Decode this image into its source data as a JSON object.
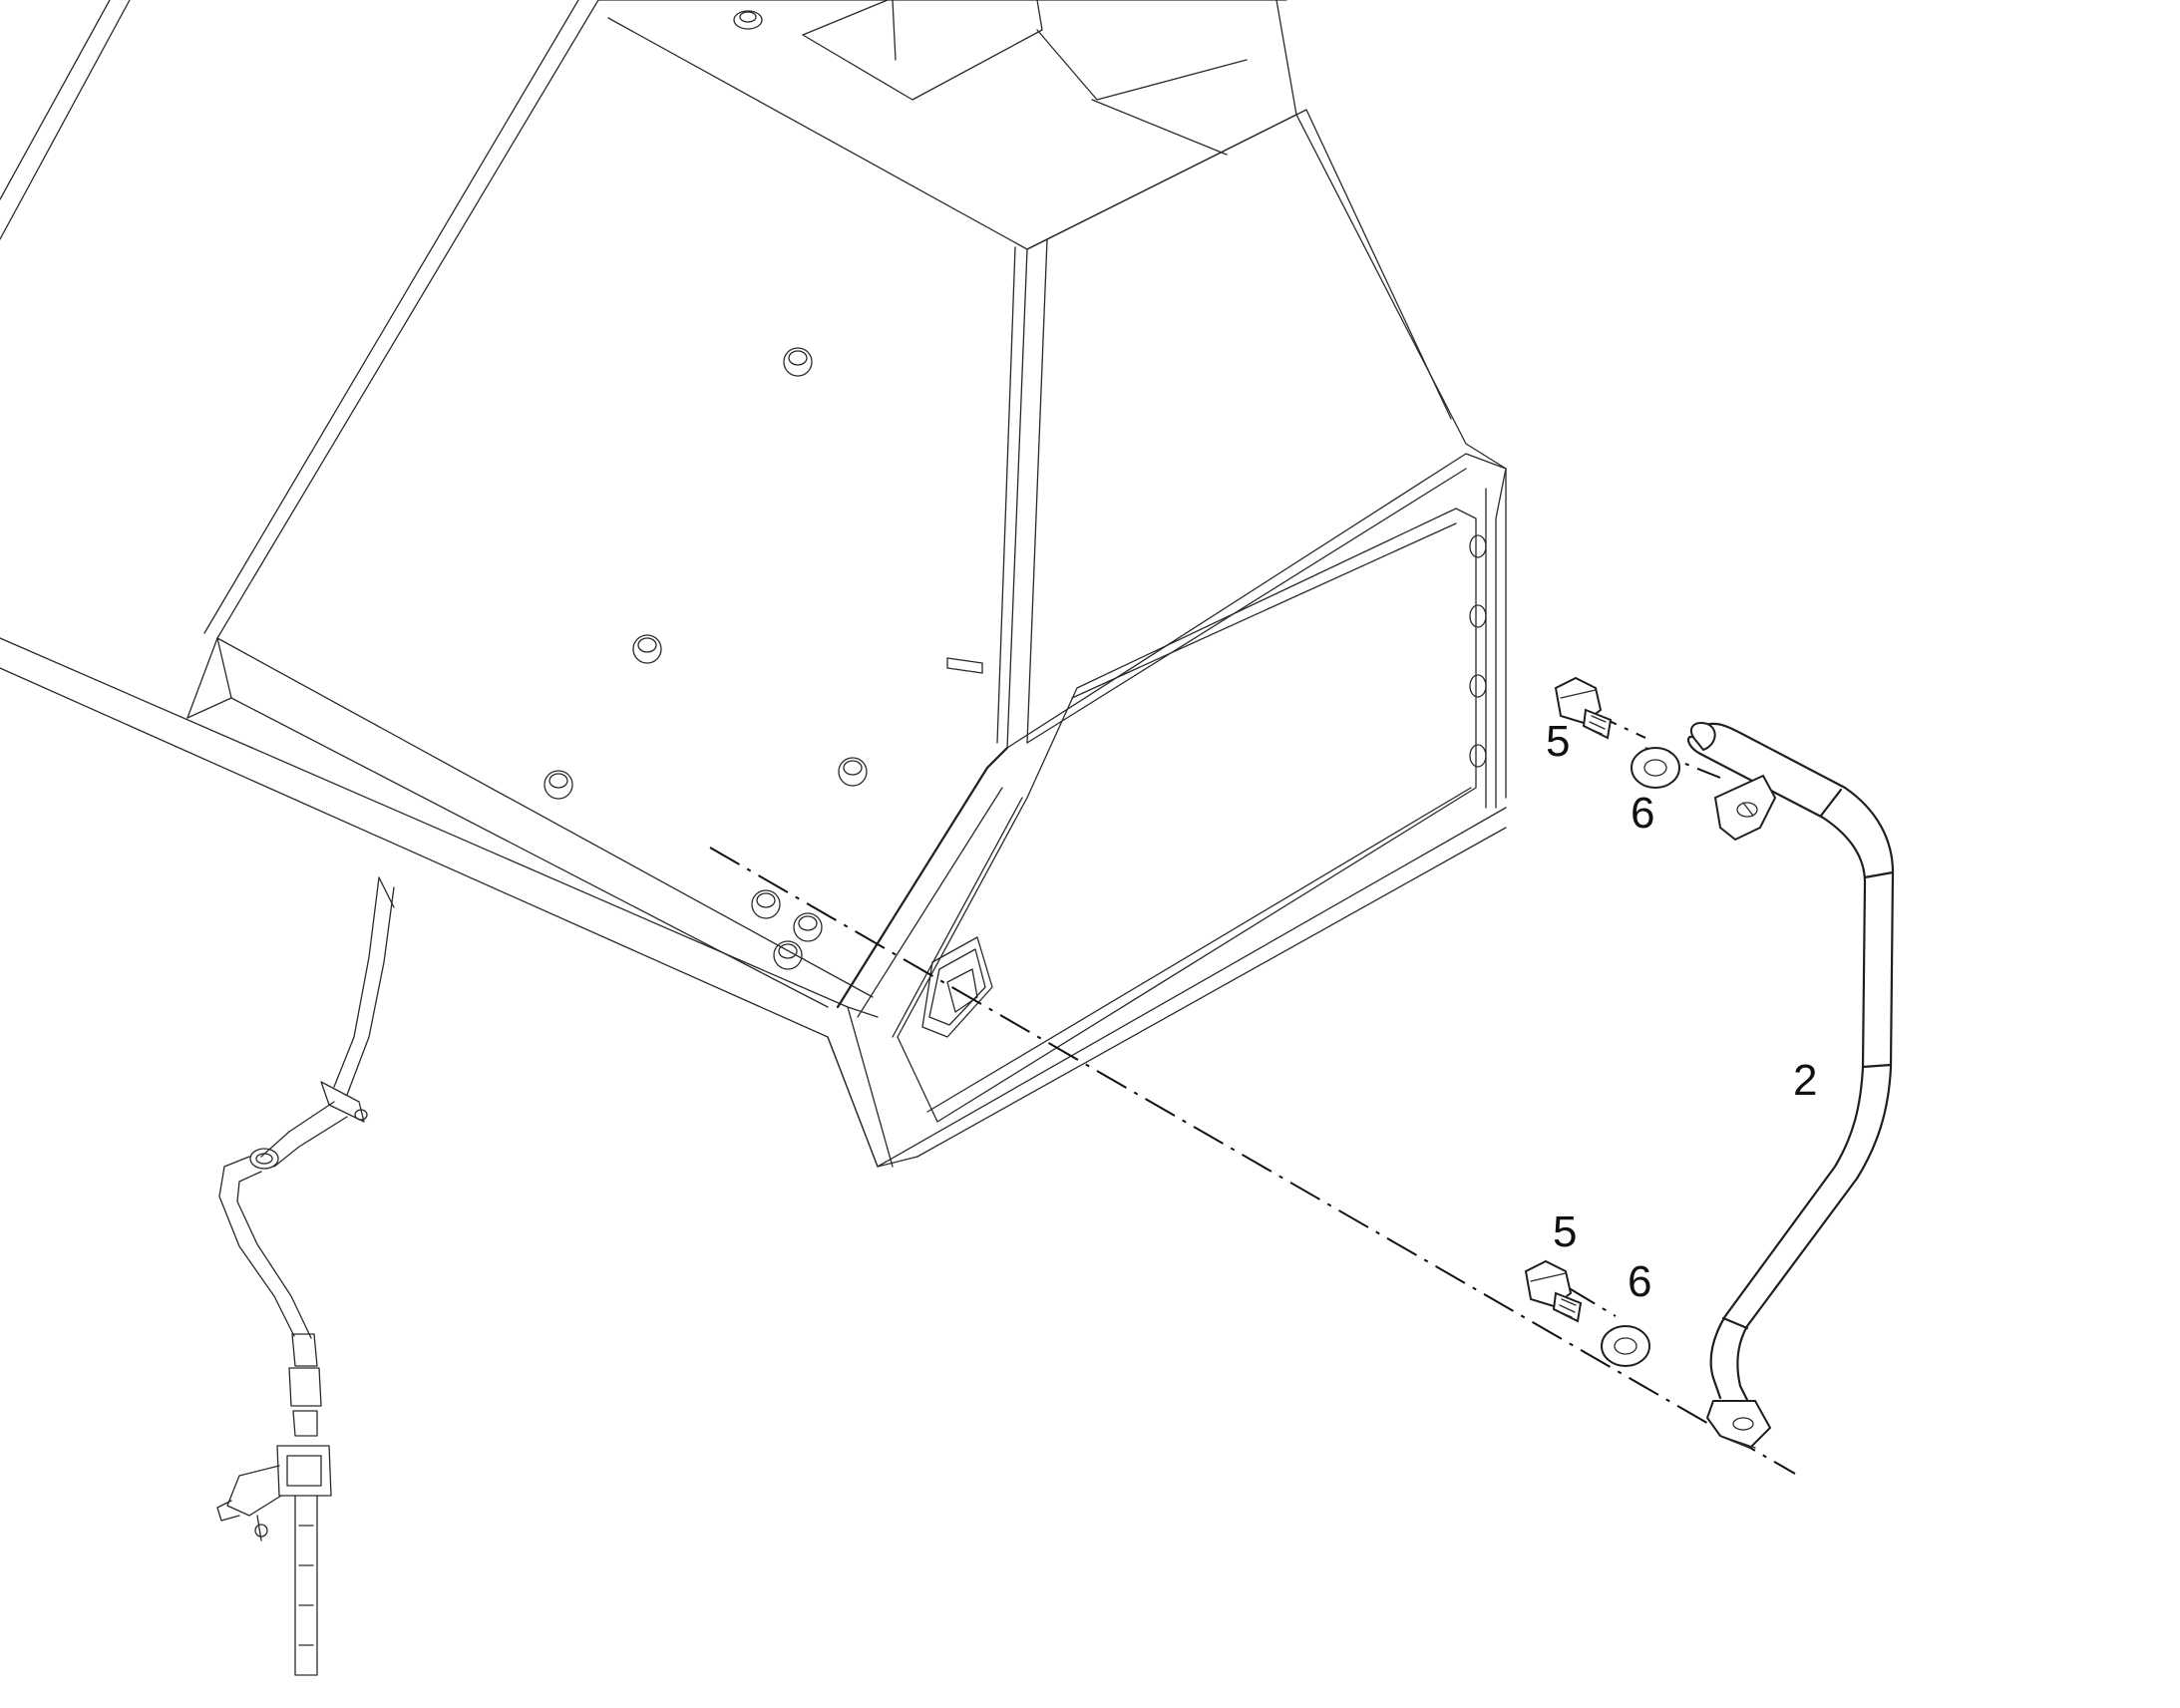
{
  "callouts": {
    "bolt_upper": "5",
    "washer_upper": "6",
    "bolt_lower": "5",
    "washer_lower": "6",
    "handrail": "2"
  },
  "colors": {
    "line": "#1f1f1f",
    "background": "#ffffff"
  }
}
